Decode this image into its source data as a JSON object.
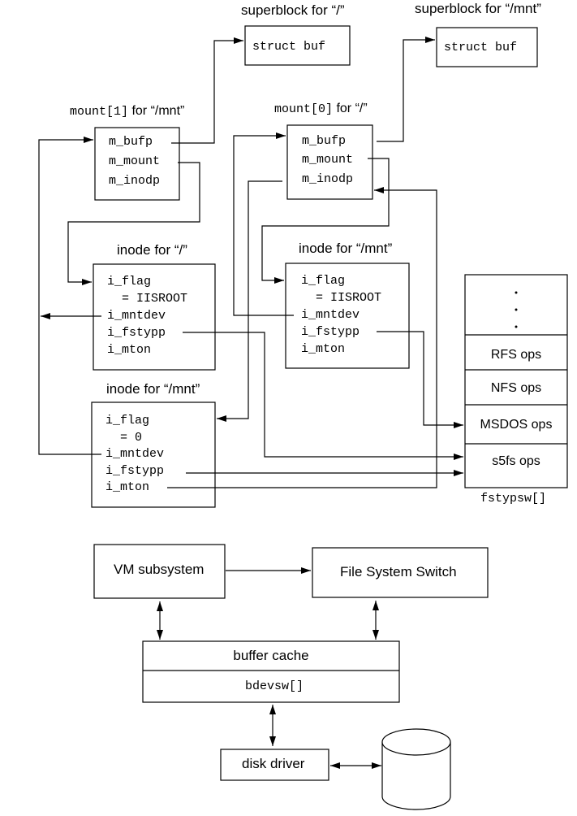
{
  "superblocks": {
    "root": {
      "title": "superblock for “/”",
      "content": "struct buf"
    },
    "mnt": {
      "title": "superblock for “/mnt”",
      "content": "struct buf"
    }
  },
  "mounts": {
    "mount1": {
      "title_code": "mount[1]",
      "title_text": " for “/mnt”",
      "fields": [
        "m_bufp",
        "m_mount",
        "m_inodp"
      ]
    },
    "mount0": {
      "title_code": "mount[0]",
      "title_text": " for “/”",
      "fields": [
        "m_bufp",
        "m_mount",
        "m_inodp"
      ]
    }
  },
  "inodes": {
    "root": {
      "title": "inode for “/”",
      "fields": [
        "i_flag",
        "  = IISROOT",
        "i_mntdev",
        "i_fstypp",
        "i_mton"
      ]
    },
    "mnt_root": {
      "title": "inode for “/mnt”",
      "fields": [
        "i_flag",
        "  = IISROOT",
        "i_mntdev",
        "i_fstypp",
        "i_mton"
      ]
    },
    "mnt_dir": {
      "title": "inode for “/mnt”",
      "fields": [
        "i_flag",
        "  = 0",
        "i_mntdev",
        "i_fstypp",
        "i_mton"
      ]
    }
  },
  "fstypsw": {
    "label": "fstypsw[]",
    "ellipsis": "·",
    "entries": [
      "RFS ops",
      "NFS ops",
      "MSDOS ops",
      "s5fs ops"
    ]
  },
  "architecture": {
    "vm": "VM subsystem",
    "fss": "File System Switch",
    "buffer_cache": "buffer cache",
    "bdevsw": "bdevsw[]",
    "disk_driver": "disk driver",
    "disk_icon": "disk-cylinder"
  }
}
